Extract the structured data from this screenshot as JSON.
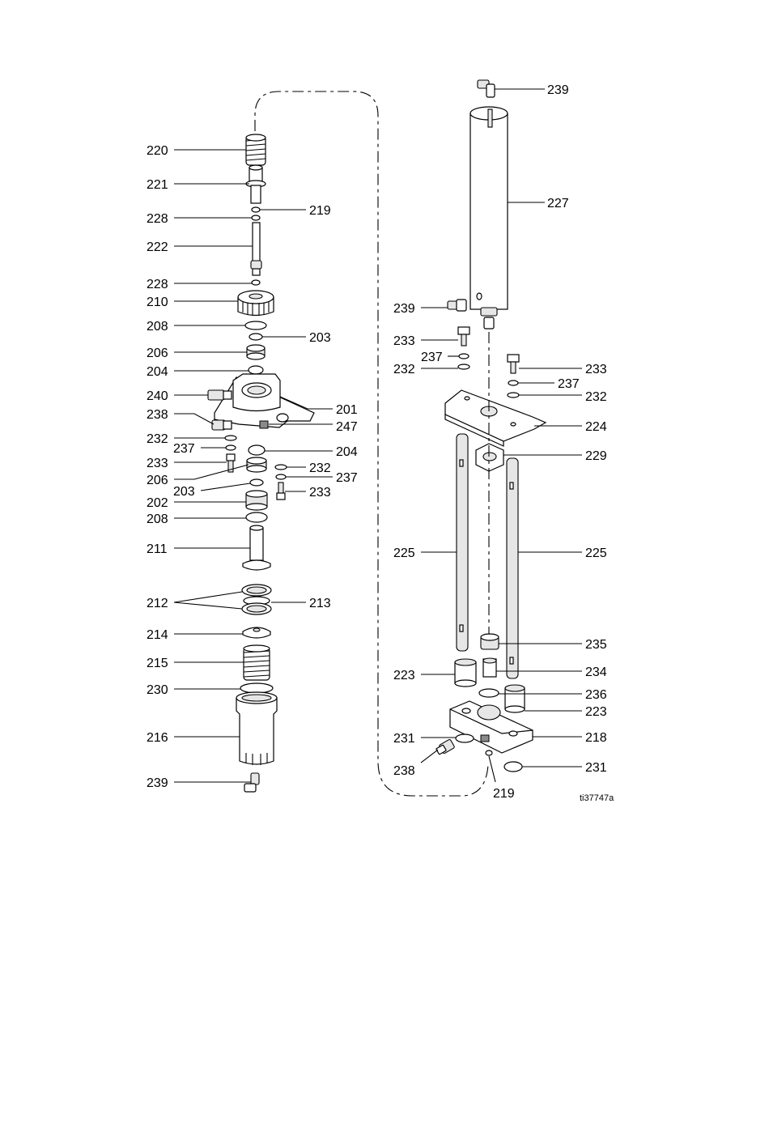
{
  "labels": {
    "l220": "220",
    "l221": "221",
    "l228a": "228",
    "l219a": "219",
    "l222": "222",
    "l228b": "228",
    "l210": "210",
    "l208a": "208",
    "l203a": "203",
    "l206a": "206",
    "l204a": "204",
    "l240": "240",
    "l201": "201",
    "l238a": "238",
    "l247": "247",
    "l232a": "232",
    "l204b": "204",
    "l237a": "237",
    "l233a": "233",
    "l232b": "232",
    "l237b": "237",
    "l206b": "206",
    "l233b": "233",
    "l203b": "203",
    "l202": "202",
    "l208b": "208",
    "l211": "211",
    "l212": "212",
    "l213": "213",
    "l214": "214",
    "l215": "215",
    "l230": "230",
    "l216": "216",
    "l239a": "239",
    "l239b": "239",
    "l227": "227",
    "l239c": "239",
    "l233c": "233",
    "l237c": "237",
    "l232c": "232",
    "l233d": "233",
    "l237d": "237",
    "l232d": "232",
    "l224": "224",
    "l229": "229",
    "l225a": "225",
    "l225b": "225",
    "l235": "235",
    "l223a": "223",
    "l234": "234",
    "l236": "236",
    "l223b": "223",
    "l231a": "231",
    "l218": "218",
    "l238b": "238",
    "l231b": "231",
    "l219b": "219"
  },
  "figure_ref": "ti37747a"
}
